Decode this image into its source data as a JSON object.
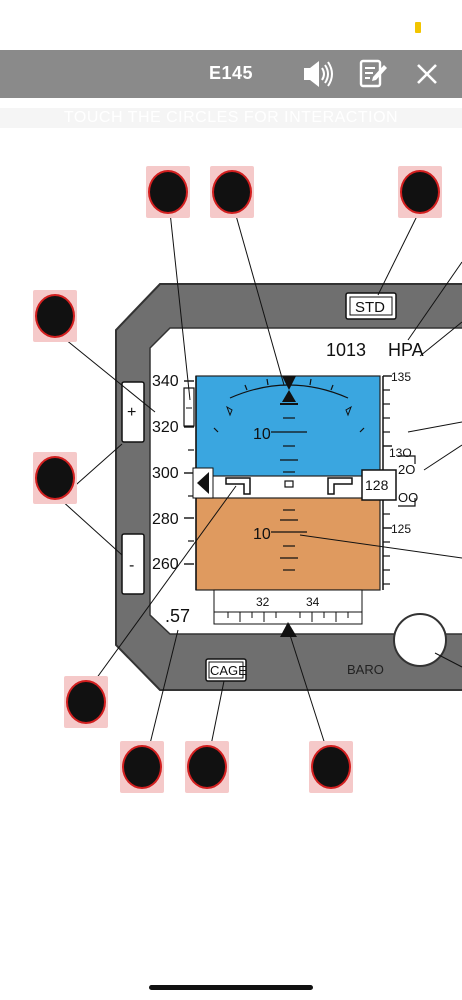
{
  "header": {
    "title": "E145",
    "icons": [
      "speaker-icon",
      "notes-icon",
      "close-icon"
    ]
  },
  "hint": "TOUCH THE CIRCLES FOR INTERACTION",
  "pfd": {
    "std_label": "STD",
    "baro_setting": "1013",
    "baro_unit": "HPA",
    "cage_label": "CAGE",
    "baro_knob_label": "BARO",
    "mach": ".57",
    "plus_label": "+",
    "minus_label": "-",
    "speed_ticks": [
      "340",
      "320",
      "300",
      "280",
      "260"
    ],
    "pitch_labels": [
      "10",
      "10"
    ],
    "heading_labels": [
      "32",
      "34"
    ],
    "altitude": {
      "tick_top": "135",
      "tick_130": "13O",
      "tick_125": "125",
      "current": "128",
      "hundreds_top": "2O",
      "hundreds_bottom": "OO"
    },
    "colors": {
      "sky": "#3aa6e0",
      "ground": "#df9a5f",
      "bezel": "#6f6f6f"
    }
  }
}
